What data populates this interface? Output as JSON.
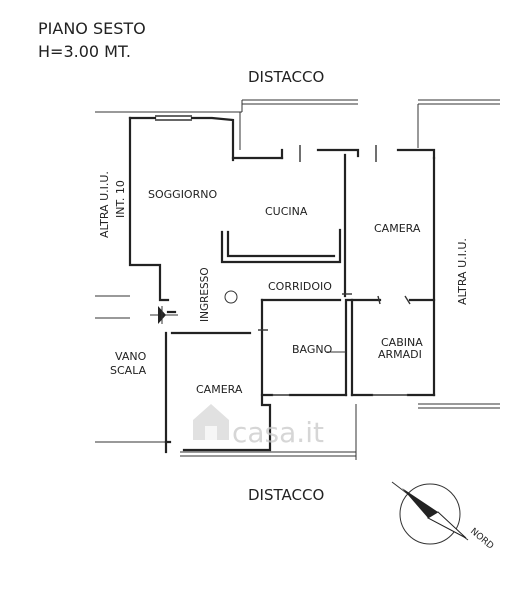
{
  "header": {
    "floor": "PIANO SESTO",
    "height": "H=3.00 MT."
  },
  "labels": {
    "distacco_top": "DISTACCO",
    "distacco_bottom": "DISTACCO",
    "altra_left_1": "ALTRA U.I.U.",
    "altra_left_2": "INT. 10",
    "altra_right": "ALTRA U.I.U.",
    "vano_1": "VANO",
    "vano_2": "SCALA"
  },
  "rooms": {
    "soggiorno": "SOGGIORNO",
    "cucina": "CUCINA",
    "camera_right": "CAMERA",
    "ingresso": "INGRESSO",
    "corridoio": "CORRIDOIO",
    "bagno": "BAGNO",
    "cabina_1": "CABINA",
    "cabina_2": "ARMADI",
    "camera_bottom": "CAMERA"
  },
  "compass": {
    "label": "NORD"
  },
  "watermark": {
    "text": "casa.it"
  },
  "colors": {
    "ink": "#222222",
    "watermark": "#c9c9c9"
  }
}
